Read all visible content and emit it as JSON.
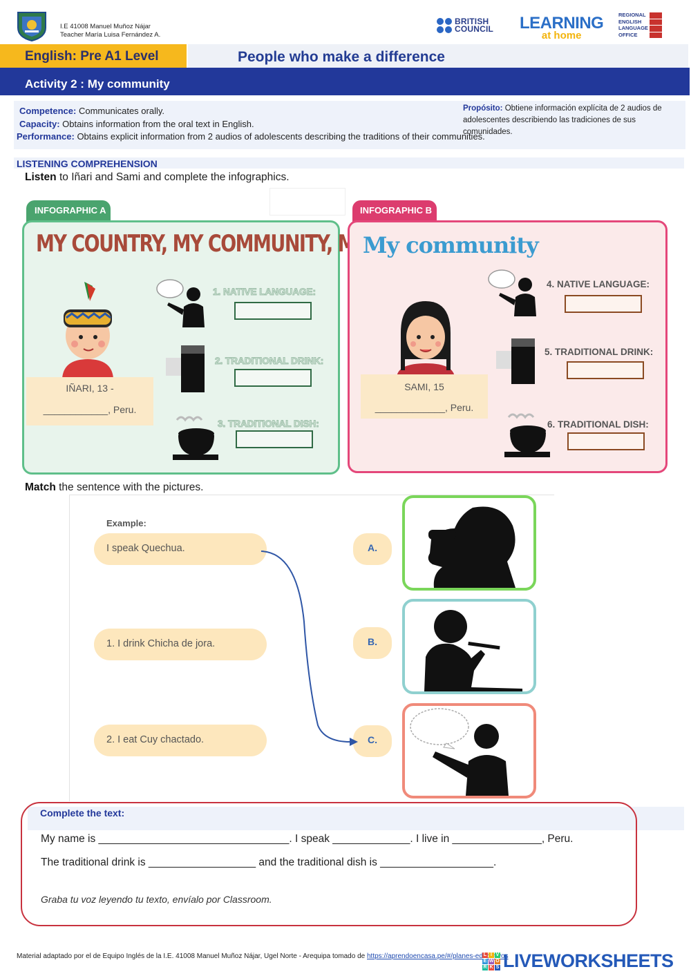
{
  "header": {
    "school_line_1": "I.E 41008 Manuel Muñoz Nájar",
    "school_line_2": "Teacher María Luisa Fernández A.",
    "bc_line_1": "BRITISH",
    "bc_line_2": "COUNCIL",
    "lah_line_1": "LEARNING",
    "lah_line_2": "at home",
    "relo_lines": [
      "REGIONAL",
      "ENGLISH",
      "LANGUAGE",
      "OFFICE"
    ],
    "level": "English: Pre A1 Level",
    "title": "People who make a difference",
    "activity": "Activity 2 : My community"
  },
  "competence": {
    "competence_label": "Competence:",
    "competence_text": "Communicates orally.",
    "capacity_label": "Capacity:",
    "capacity_text": "Obtains information from the oral text in English.",
    "performance_label": "Performance:",
    "performance_text": "Obtains explicit information from 2 audios of adolescents describing the traditions of their communities.",
    "purpose_label": "Propósito:",
    "purpose_text": "Obtiene información explícita de 2 audios de adolescentes describiendo las tradiciones de sus comunidades."
  },
  "listening": {
    "heading": "LISTENING COMPREHENSION",
    "instruction_bold": "Listen",
    "instruction_rest": "to Iñari and Sami and complete the infographics."
  },
  "infographic_a": {
    "tab": "INFOGRAPHIC A",
    "title": "MY COUNTRY, MY COMMUNITY, MY TRADITION",
    "person": "IÑARI, 13 -",
    "place": "____________, Peru.",
    "items": [
      "1. NATIVE LANGUAGE:",
      "2. TRADITIONAL DRINK:",
      "3. TRADITIONAL DISH:"
    ]
  },
  "infographic_b": {
    "tab": "INFOGRAPHIC B",
    "title": "My community",
    "person": "SAMI, 15",
    "place": "_____________, Peru.",
    "items": [
      "4. NATIVE LANGUAGE:",
      "5. TRADITIONAL DRINK:",
      "6. TRADITIONAL DISH:"
    ]
  },
  "match": {
    "instruction_bold": "Match",
    "instruction_rest": "the sentence with the pictures.",
    "example_label": "Example:",
    "sentences": [
      "I speak Quechua.",
      "1. I drink Chicha de jora.",
      "2. I eat Cuy chactado."
    ],
    "letters": [
      "A.",
      "B.",
      "C."
    ],
    "picture_icons": [
      "person-drinking-icon",
      "person-eating-icon",
      "person-speaking-icon"
    ],
    "frame_colors": [
      "#7ad65a",
      "#8fd0cf",
      "#f08a7a"
    ]
  },
  "complete": {
    "title": "Complete the text:",
    "line_1": "My name is ________________________________. I speak _____________. I live in _______________, Peru.",
    "line_2": "The traditional drink is __________________ and the traditional dish is ___________________.",
    "note": "Graba tu voz leyendo tu texto, envíalo por Classroom."
  },
  "footer": {
    "text": "Material adaptado por el de Equipo Inglés de la I.E. 41008 Manuel Muñoz Nájar, Ugel Norte - Arequipa tomado de",
    "link": "https://aprendoencasa.pe/#/planes-educativos",
    "brand": "LIVEWORKSHEETS"
  }
}
